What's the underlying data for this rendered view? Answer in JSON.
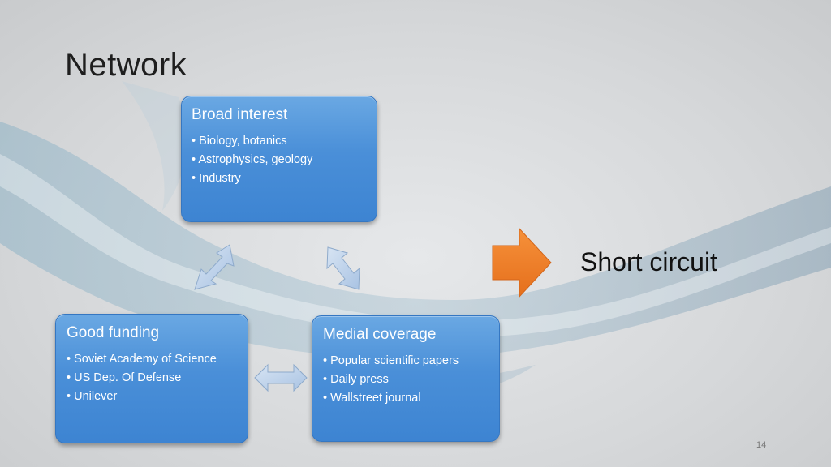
{
  "slide": {
    "title": "Network",
    "page_number": "14"
  },
  "nodes": {
    "broad_interest": {
      "heading": "Broad interest",
      "items": [
        "Biology, botanics",
        "Astrophysics, geology",
        "Industry"
      ]
    },
    "good_funding": {
      "heading": "Good funding",
      "items": [
        "Soviet Academy of Science",
        "US Dep. Of Defense",
        "Unilever"
      ]
    },
    "medial_coverage": {
      "heading": "Medial coverage",
      "items": [
        "Popular scientific papers",
        "Daily press",
        "Wallstreet journal"
      ]
    }
  },
  "callout": {
    "label": "Short circuit",
    "arrow_color": "#f07f2a"
  },
  "colors": {
    "box_fill": "#4a8fd8",
    "connector_fill": "#b9cfe9"
  }
}
